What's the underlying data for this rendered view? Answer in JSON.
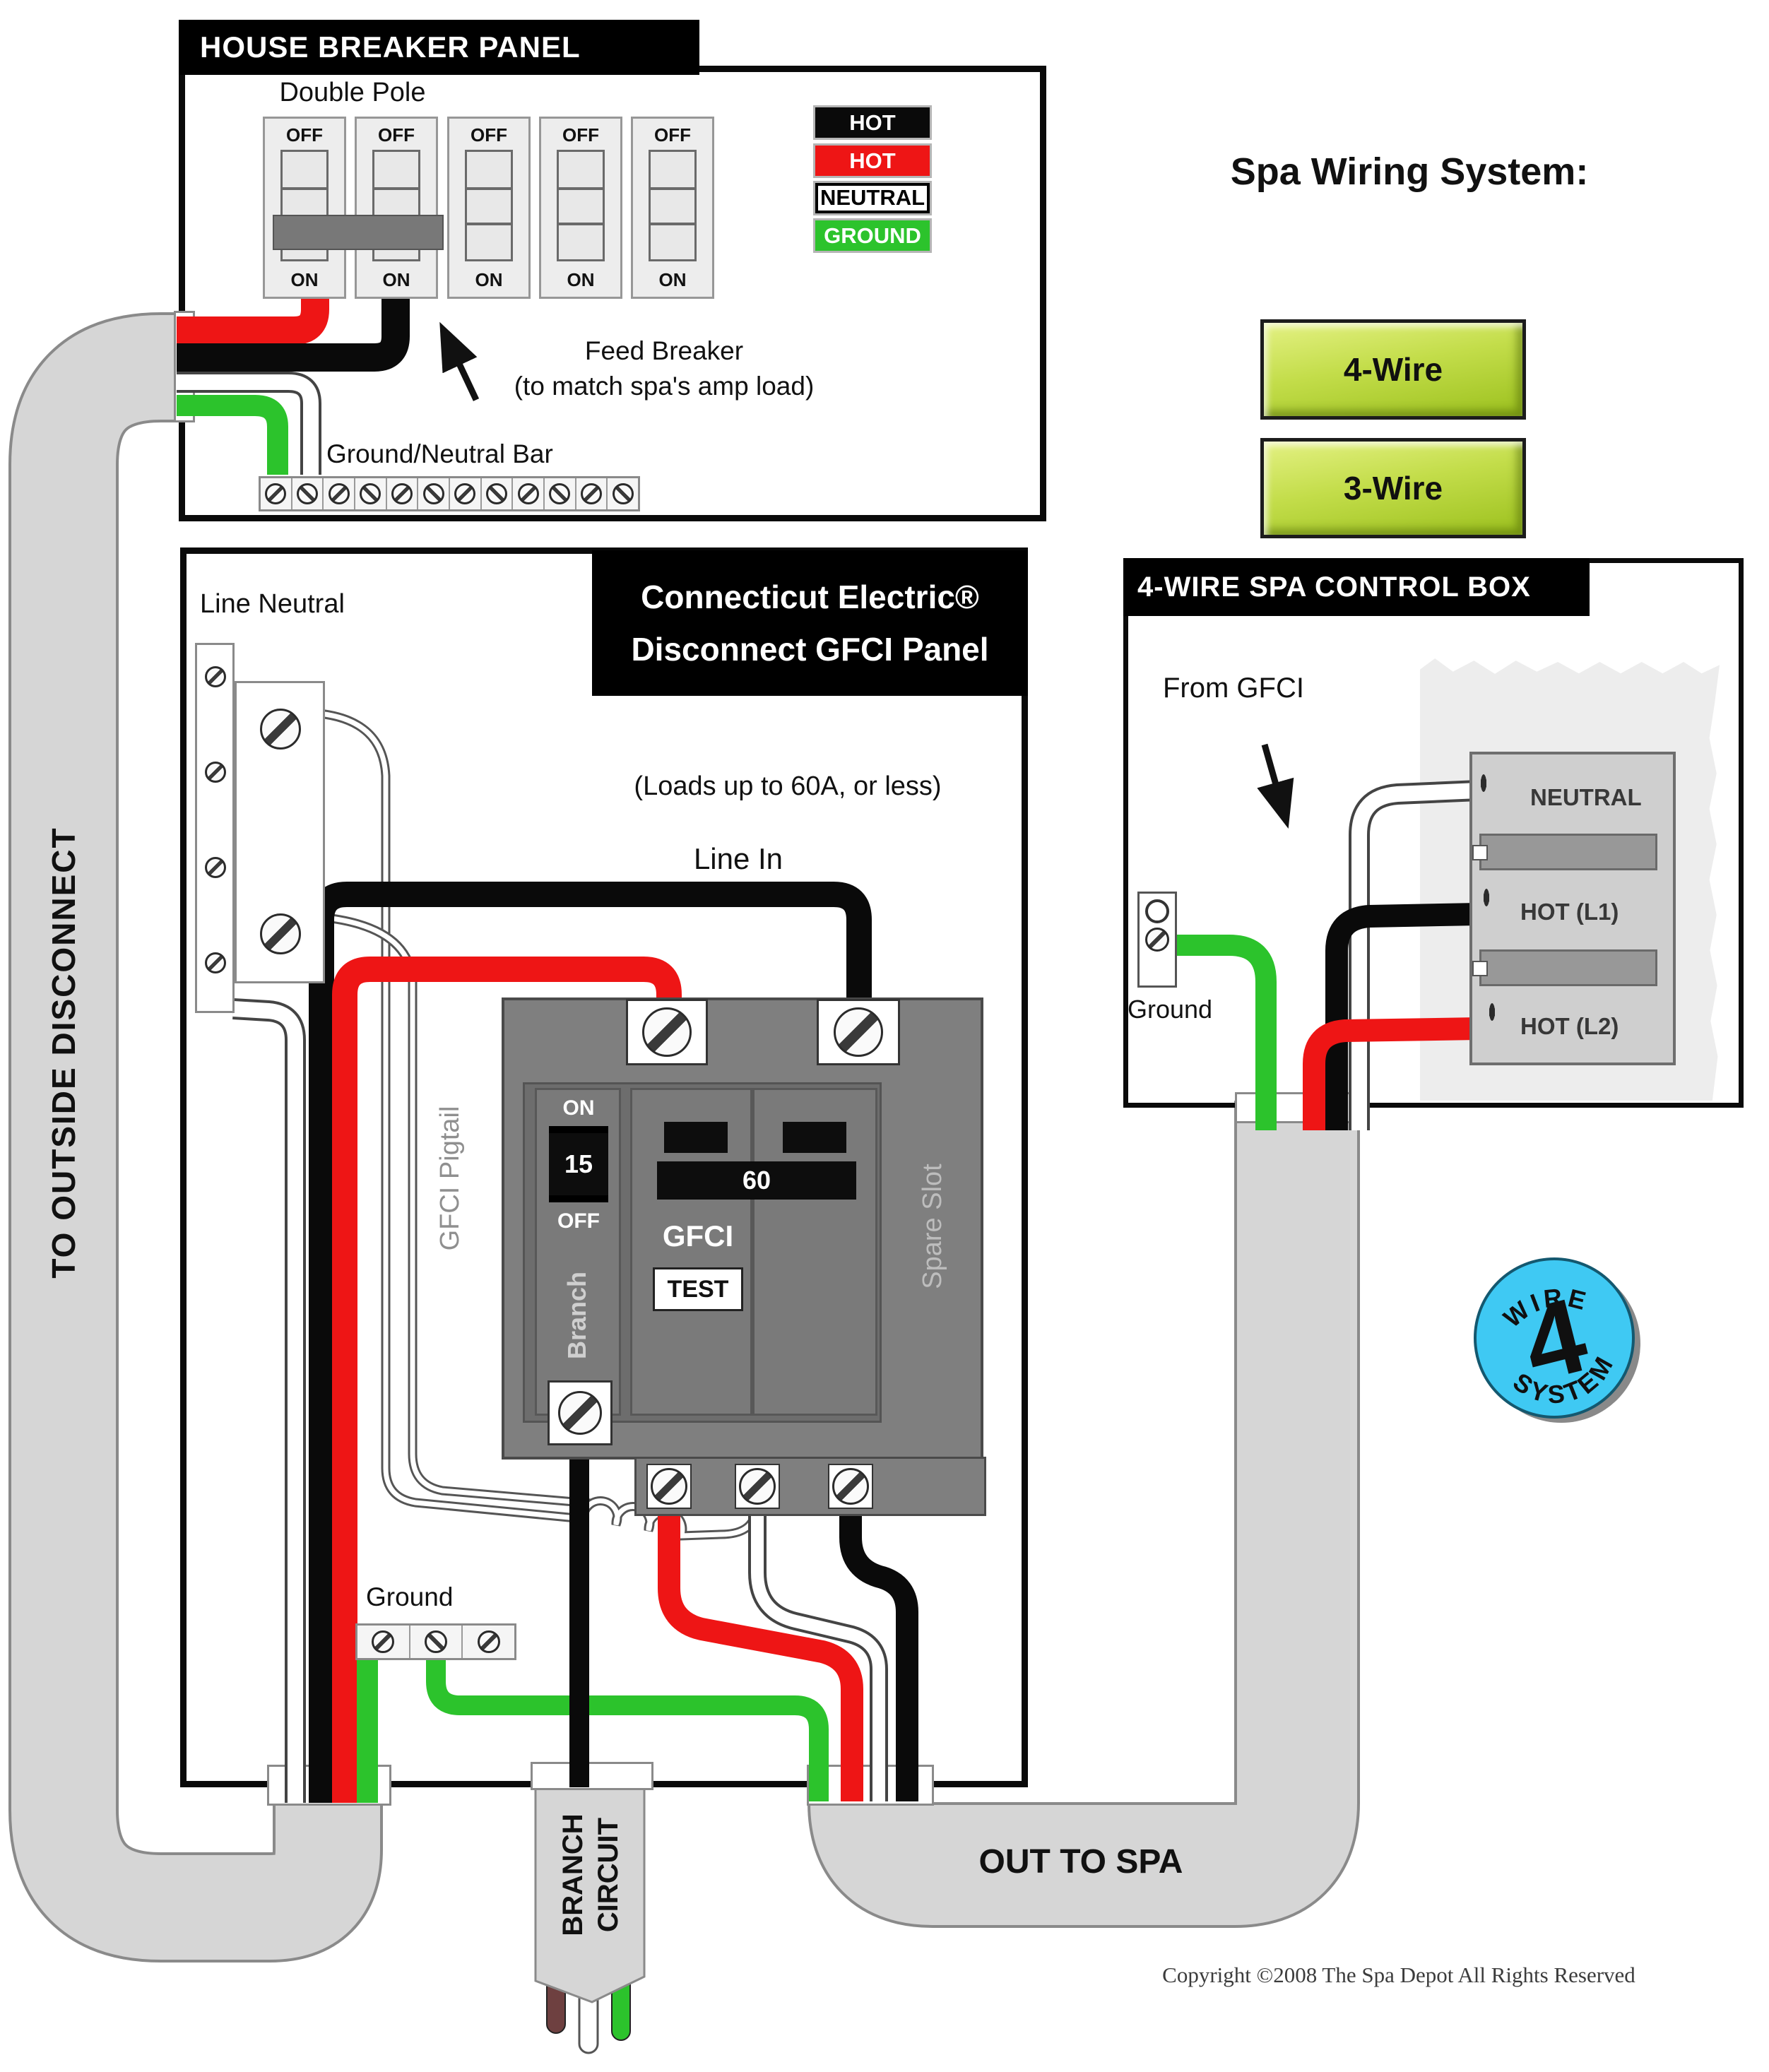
{
  "colors": {
    "wire_hot_black": "#0a0a0a",
    "wire_hot_red": "#ee1515",
    "wire_neutral_white": "#ffffff",
    "wire_ground_green": "#2cc32c",
    "conduit_gray": "#d6d6d6",
    "button_green": "#b5d334",
    "badge_cyan": "#3fc9f3"
  },
  "house_panel": {
    "title": "HOUSE BREAKER PANEL",
    "double_pole_label": "Double Pole",
    "breaker_off_label": "OFF",
    "breaker_on_label": "ON",
    "feed_breaker_label": "Feed Breaker",
    "feed_breaker_note": "(to match spa's amp load)",
    "ground_neutral_bar_label": "Ground/Neutral Bar",
    "legend": [
      {
        "label": "HOT",
        "color": "#0a0a0a"
      },
      {
        "label": "HOT",
        "color": "#ee1515"
      },
      {
        "label": "NEUTRAL",
        "color": "#ffffff"
      },
      {
        "label": "GROUND",
        "color": "#2cc32c"
      }
    ]
  },
  "spa_wiring_system": {
    "heading": "Spa Wiring System:",
    "buttons": [
      {
        "label": "4-Wire"
      },
      {
        "label": "3-Wire"
      }
    ]
  },
  "gfci_panel": {
    "title_line1": "Connecticut Electric®",
    "title_line2": "Disconnect GFCI Panel",
    "line_neutral_label": "Line Neutral",
    "loads_note": "(Loads up to 60A, or less)",
    "line_in_label": "Line In",
    "pigtail_label": "GFCI Pigtail",
    "breaker": {
      "on_label": "ON",
      "branch_rating": "15",
      "off_label": "OFF",
      "branch_label": "Branch",
      "gfci_rating": "60",
      "gfci_label": "GFCI",
      "test_label": "TEST",
      "spare_label": "Spare Slot"
    },
    "ground_label": "Ground"
  },
  "spa_control_box": {
    "title": "4-WIRE SPA CONTROL BOX",
    "from_gfci_label": "From GFCI",
    "terminals": [
      {
        "label": "NEUTRAL"
      },
      {
        "label": "HOT (L1)"
      },
      {
        "label": "HOT (L2)"
      }
    ],
    "ground_label": "Ground"
  },
  "conduits": {
    "outside_disconnect_label": "TO OUTSIDE DISCONNECT",
    "branch_circuit_line1": "BRANCH",
    "branch_circuit_line2": "CIRCUIT",
    "out_to_spa_label": "OUT TO SPA"
  },
  "badge": {
    "arc_top": "WIRE",
    "number": "4",
    "arc_bottom": "SYSTEM"
  },
  "footer": {
    "copyright": "Copyright ©2008 The Spa Depot All Rights Reserved"
  }
}
